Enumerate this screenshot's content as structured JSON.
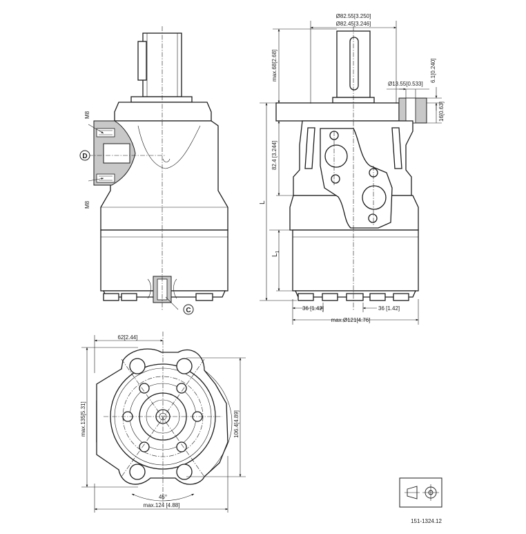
{
  "drawing": {
    "dims": {
      "shaft_dia_max": "Ø82.55[3.250]",
      "shaft_dia_min": "Ø82.45[3.246]",
      "max_68": "max.68[2.68]",
      "bolt_hole": "Ø13.55[0.533]",
      "dim_6_1": "6.1[0.240]",
      "dim_16": "16[0.63]",
      "dim_82_4": "82.4 [3.244]",
      "len_L": "L",
      "len_L1": "L",
      "len_L1_sub": "1",
      "dim_36_left": "36 [1.42]",
      "dim_36_right": "36 [1.42]",
      "max_dia_121": "max.Ø121[4.76]",
      "dim_62": "62[2.44]",
      "max_135": "max.135[5.31]",
      "dim_106_4": "106.4[4.89]",
      "angle_45": "45°",
      "max_124": "max.124 [4.88]"
    },
    "callouts": {
      "m8_top": "M8",
      "m8_bottom": "M8",
      "port_d": "D",
      "port_c": "C"
    },
    "drawing_number": "151-1324.12"
  }
}
